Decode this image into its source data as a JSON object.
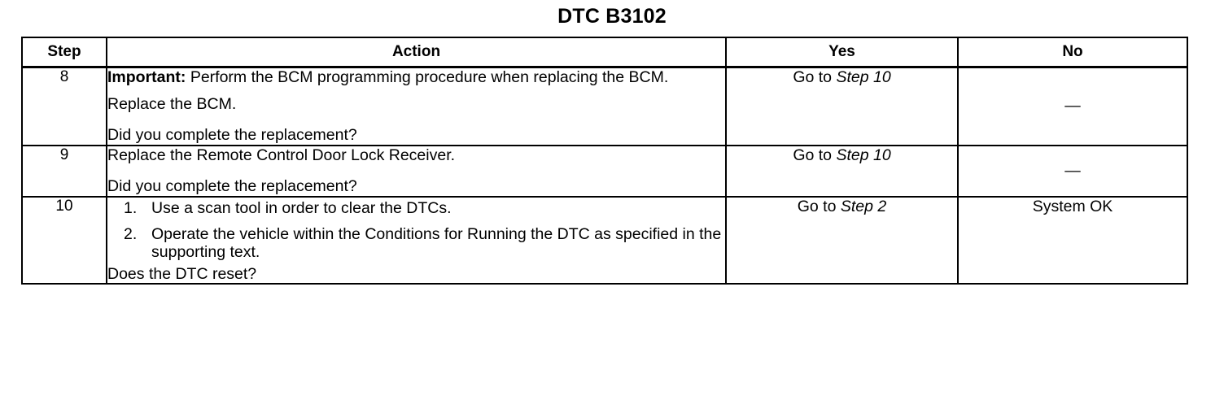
{
  "document": {
    "title": "DTC B3102"
  },
  "table": {
    "headers": {
      "step": "Step",
      "action": "Action",
      "yes": "Yes",
      "no": "No"
    },
    "rows": [
      {
        "step": "8",
        "action": {
          "important_label": "Important:",
          "important_text": " Perform the BCM programming procedure when replacing the BCM.",
          "line2": "Replace the BCM.",
          "question": "Did you complete the replacement?"
        },
        "yes": {
          "prefix": "Go to ",
          "target": "Step 10"
        },
        "no": {
          "dash": "—"
        }
      },
      {
        "step": "9",
        "action": {
          "line1": "Replace the Remote Control Door Lock Receiver.",
          "question": "Did you complete the replacement?"
        },
        "yes": {
          "prefix": "Go to ",
          "target": "Step 10"
        },
        "no": {
          "dash": "—"
        }
      },
      {
        "step": "10",
        "action": {
          "items": [
            {
              "num": "1.",
              "text": "Use a scan tool in order to clear the DTCs."
            },
            {
              "num": "2.",
              "text": "Operate the vehicle within the Conditions for Running the DTC as specified in the supporting text."
            }
          ],
          "question": "Does the DTC reset?"
        },
        "yes": {
          "prefix": "Go to ",
          "target": "Step 2"
        },
        "no": {
          "text": "System OK"
        }
      }
    ]
  },
  "colors": {
    "ink": "#000000",
    "paper": "#ffffff"
  }
}
